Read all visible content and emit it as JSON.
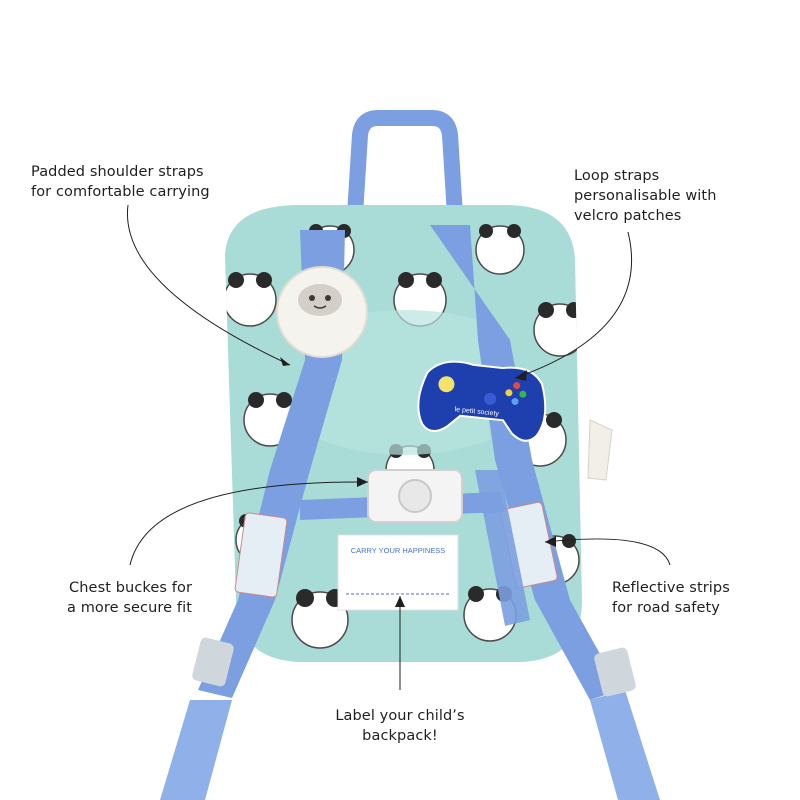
{
  "callouts": {
    "shoulder_straps": [
      "Padded shoulder straps",
      "for comfortable carrying"
    ],
    "loop_straps": [
      "Loop straps",
      "personalisable with",
      "velcro patches"
    ],
    "chest_buckle": [
      "Chest buckes for",
      "a more secure fit"
    ],
    "reflective_strips": [
      "Reflective strips",
      "for road safety"
    ],
    "name_label": [
      "Label your child’s",
      "backpack!"
    ]
  },
  "product": {
    "label_tag_text": "CARRY YOUR HAPPINESS",
    "patch_brand_text": "le petit society"
  },
  "colors": {
    "backpack_body": "#a9dcd6",
    "straps": "#7b9fe0",
    "patch": "#1e3fae",
    "text": "#1f1f1f"
  }
}
